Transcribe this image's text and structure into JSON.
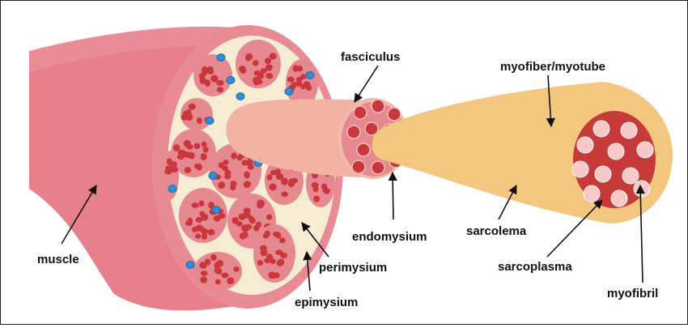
{
  "labels": {
    "muscle": "muscle",
    "fasciculus": "fasciculus",
    "myofiber": "myofiber/myotube",
    "endomysium": "endomysium",
    "sarcolema": "sarcolema",
    "perimysium": "perimysium",
    "sarcoplasma": "sarcoplasma",
    "epimysium": "epimysium",
    "myofibril": "myofibril"
  },
  "colors": {
    "muscle_body": "#e7808a",
    "muscle_body_dark": "#d8606d",
    "epimysium_rim": "#e98b95",
    "perimysium_fill": "#f6ecd4",
    "fascicle_fill": "#e58890",
    "fiber_dot": "#c9373c",
    "capillary": "#2f8fd6",
    "fasciculus_tube": "#f2b3a3",
    "myofiber_tube": "#f3c77f",
    "myofiber_core": "#c73a3a",
    "myofibril": "#f9c9c9",
    "label_text": "#111111"
  }
}
